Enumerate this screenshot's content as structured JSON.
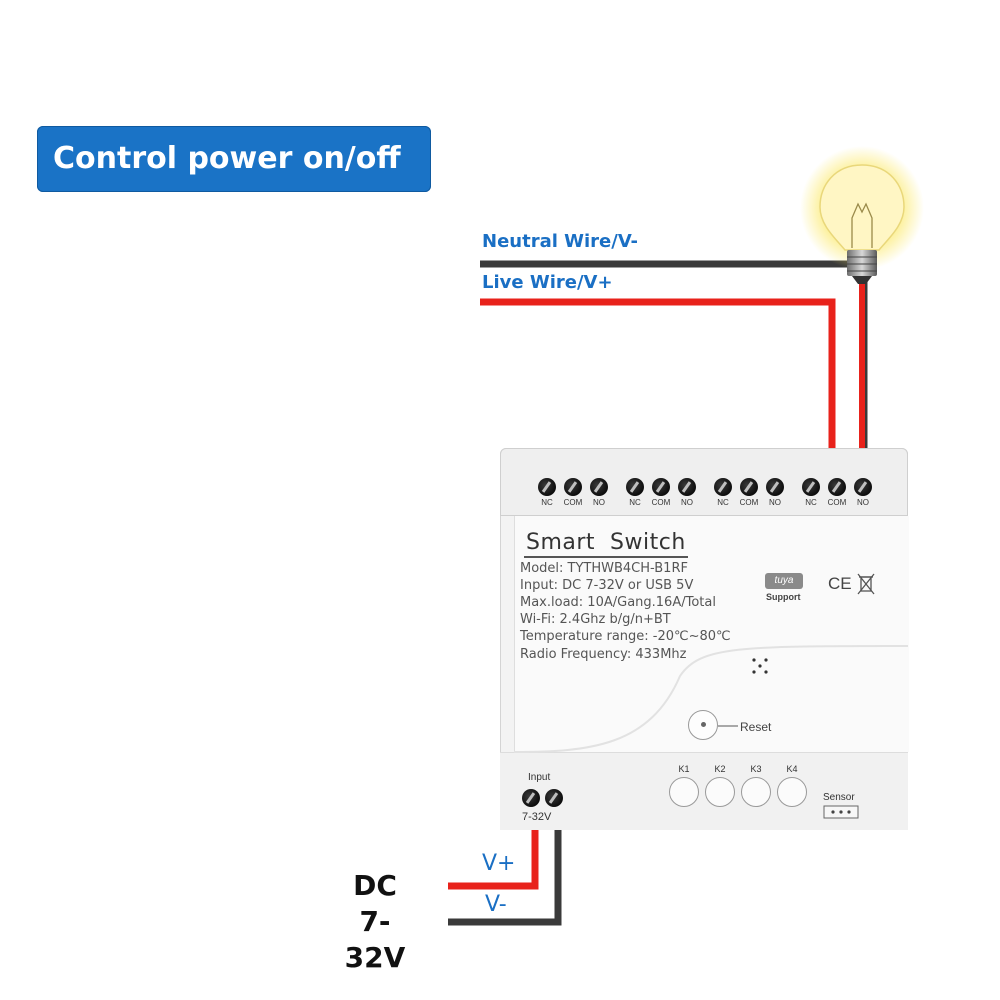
{
  "banner": {
    "title": "Control power on/off"
  },
  "wires": {
    "neutral_label": "Neutral Wire/V-",
    "live_label": "Live Wire/V+",
    "dc_label_line1": "DC",
    "dc_label_line2": "7-32V",
    "v_plus": "V+",
    "v_minus": "V-",
    "colors": {
      "live": "#e8221b",
      "neutral": "#3a3a3a",
      "label": "#1a6fc4"
    }
  },
  "device": {
    "title": "Smart  Switch",
    "specs": [
      "Model:  TYTHWB4CH-B1RF",
      "Input:  DC 7-32V or USB 5V",
      "Max.load:  10A/Gang.16A/Total",
      "Wi-Fi:  2.4Ghz b/g/n+BT",
      "Temperature range: -20℃~80℃",
      "Radio Frequency:  433Mhz"
    ],
    "terminal_groups": [
      [
        "NC",
        "COM",
        "NO"
      ],
      [
        "NC",
        "COM",
        "NO"
      ],
      [
        "NC",
        "COM",
        "NO"
      ],
      [
        "NC",
        "COM",
        "NO"
      ]
    ],
    "tuya_logo": "tuya",
    "tuya_support": "Support",
    "ce_mark": "CE",
    "weee_icon": "crossed-bin-icon",
    "reset_label": "Reset",
    "relay_buttons": [
      "K1",
      "K2",
      "K3",
      "K4"
    ],
    "input_label": "Input",
    "input_voltage": "7-32V",
    "sensor_label": "Sensor"
  }
}
